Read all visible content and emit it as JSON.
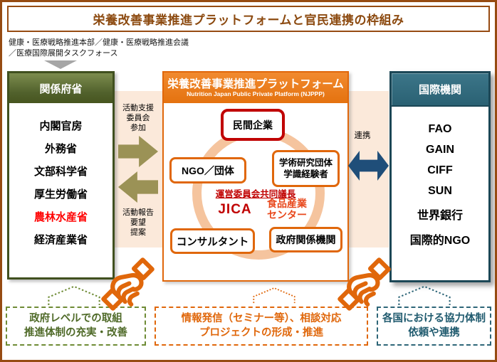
{
  "title": "栄養改善事業推進プラットフォームと官民連携の枠組み",
  "source_note": "健康・医療戦略推進本部／健康・医療戦略推進会議\n／医療国際展開タスクフォース",
  "ministries": {
    "header": "関係府省",
    "items": [
      "内閣官房",
      "外務省",
      "文部科学省",
      "厚生労働省",
      "農林水産省",
      "経済産業省"
    ],
    "highlighted_item": "農林水産省",
    "highlight_color": "#FF0000"
  },
  "platform": {
    "header": "栄養改善事業推進プラットフォーム",
    "subheader": "Nutrition Japan Public Private Platform (NJPPP)",
    "private_company": "民間企業",
    "ngo": "NGO／団体",
    "academic": "学術研究団体\n学識経験者",
    "cochair_label": "運営委員会共同議長",
    "cochair_jica": "JICA",
    "cochair_food": "食品産業\nセンター",
    "consultant": "コンサルタント",
    "government": "政府関係機関"
  },
  "international": {
    "header": "国際機関",
    "items": [
      "FAO",
      "GAIN",
      "CIFF",
      "SUN",
      "世界銀行",
      "国際的NGO"
    ]
  },
  "flows": {
    "support": "活動支援\n委員会\n参加",
    "report": "活動報告\n要望\n提案",
    "cooperation": "連携"
  },
  "outcomes": {
    "ministries": "政府レベルでの取組\n推進体制の充実・改善",
    "platform": "情報発信（セミナー等）、相談対応\nプロジェクトの形成・推進",
    "international": "各国における協力体制\n依頼や連携"
  },
  "colors": {
    "frame_brown": "#964B12",
    "title_brown": "#8C4A10",
    "ministry_green": "#51612C",
    "platform_orange": "#E0670B",
    "ring_peach": "#F5C49E",
    "band_peach": "#FBE9DA",
    "international_teal": "#2A6173",
    "cooperation_navy": "#1F4E79",
    "exchange_olive": "#9B9256",
    "cochair_red": "#C00000",
    "food_red_orange": "#E8481C"
  }
}
